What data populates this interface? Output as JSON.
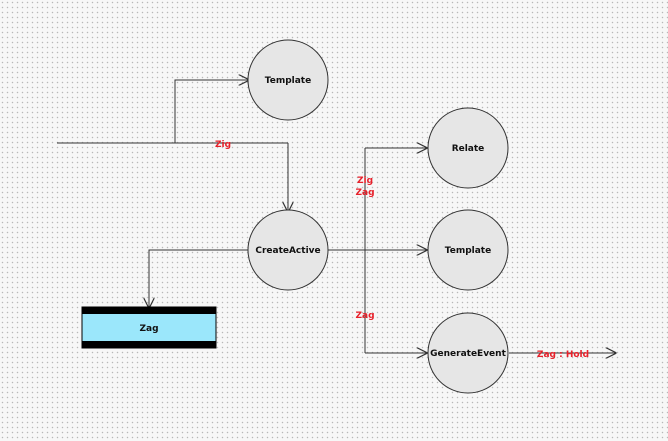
{
  "colors": {
    "node_fill": "#e6e6e6",
    "node_stroke": "#333333",
    "flow_label": "#e8202a",
    "store_fill": "#9be7fb",
    "store_bar": "#000000",
    "background": "#f7f7f7"
  },
  "nodes": {
    "template_top": "Template",
    "create_active": "CreateActive",
    "relate": "Relate",
    "template_right": "Template",
    "generate_event": "GenerateEvent"
  },
  "store": {
    "label": "Zag"
  },
  "flow_labels": {
    "zig_input": "Zig",
    "zig_relate": "Zig",
    "zag_relate": "Zag",
    "zag_generate": "Zag",
    "zag_hold": "Zag : Hold"
  }
}
